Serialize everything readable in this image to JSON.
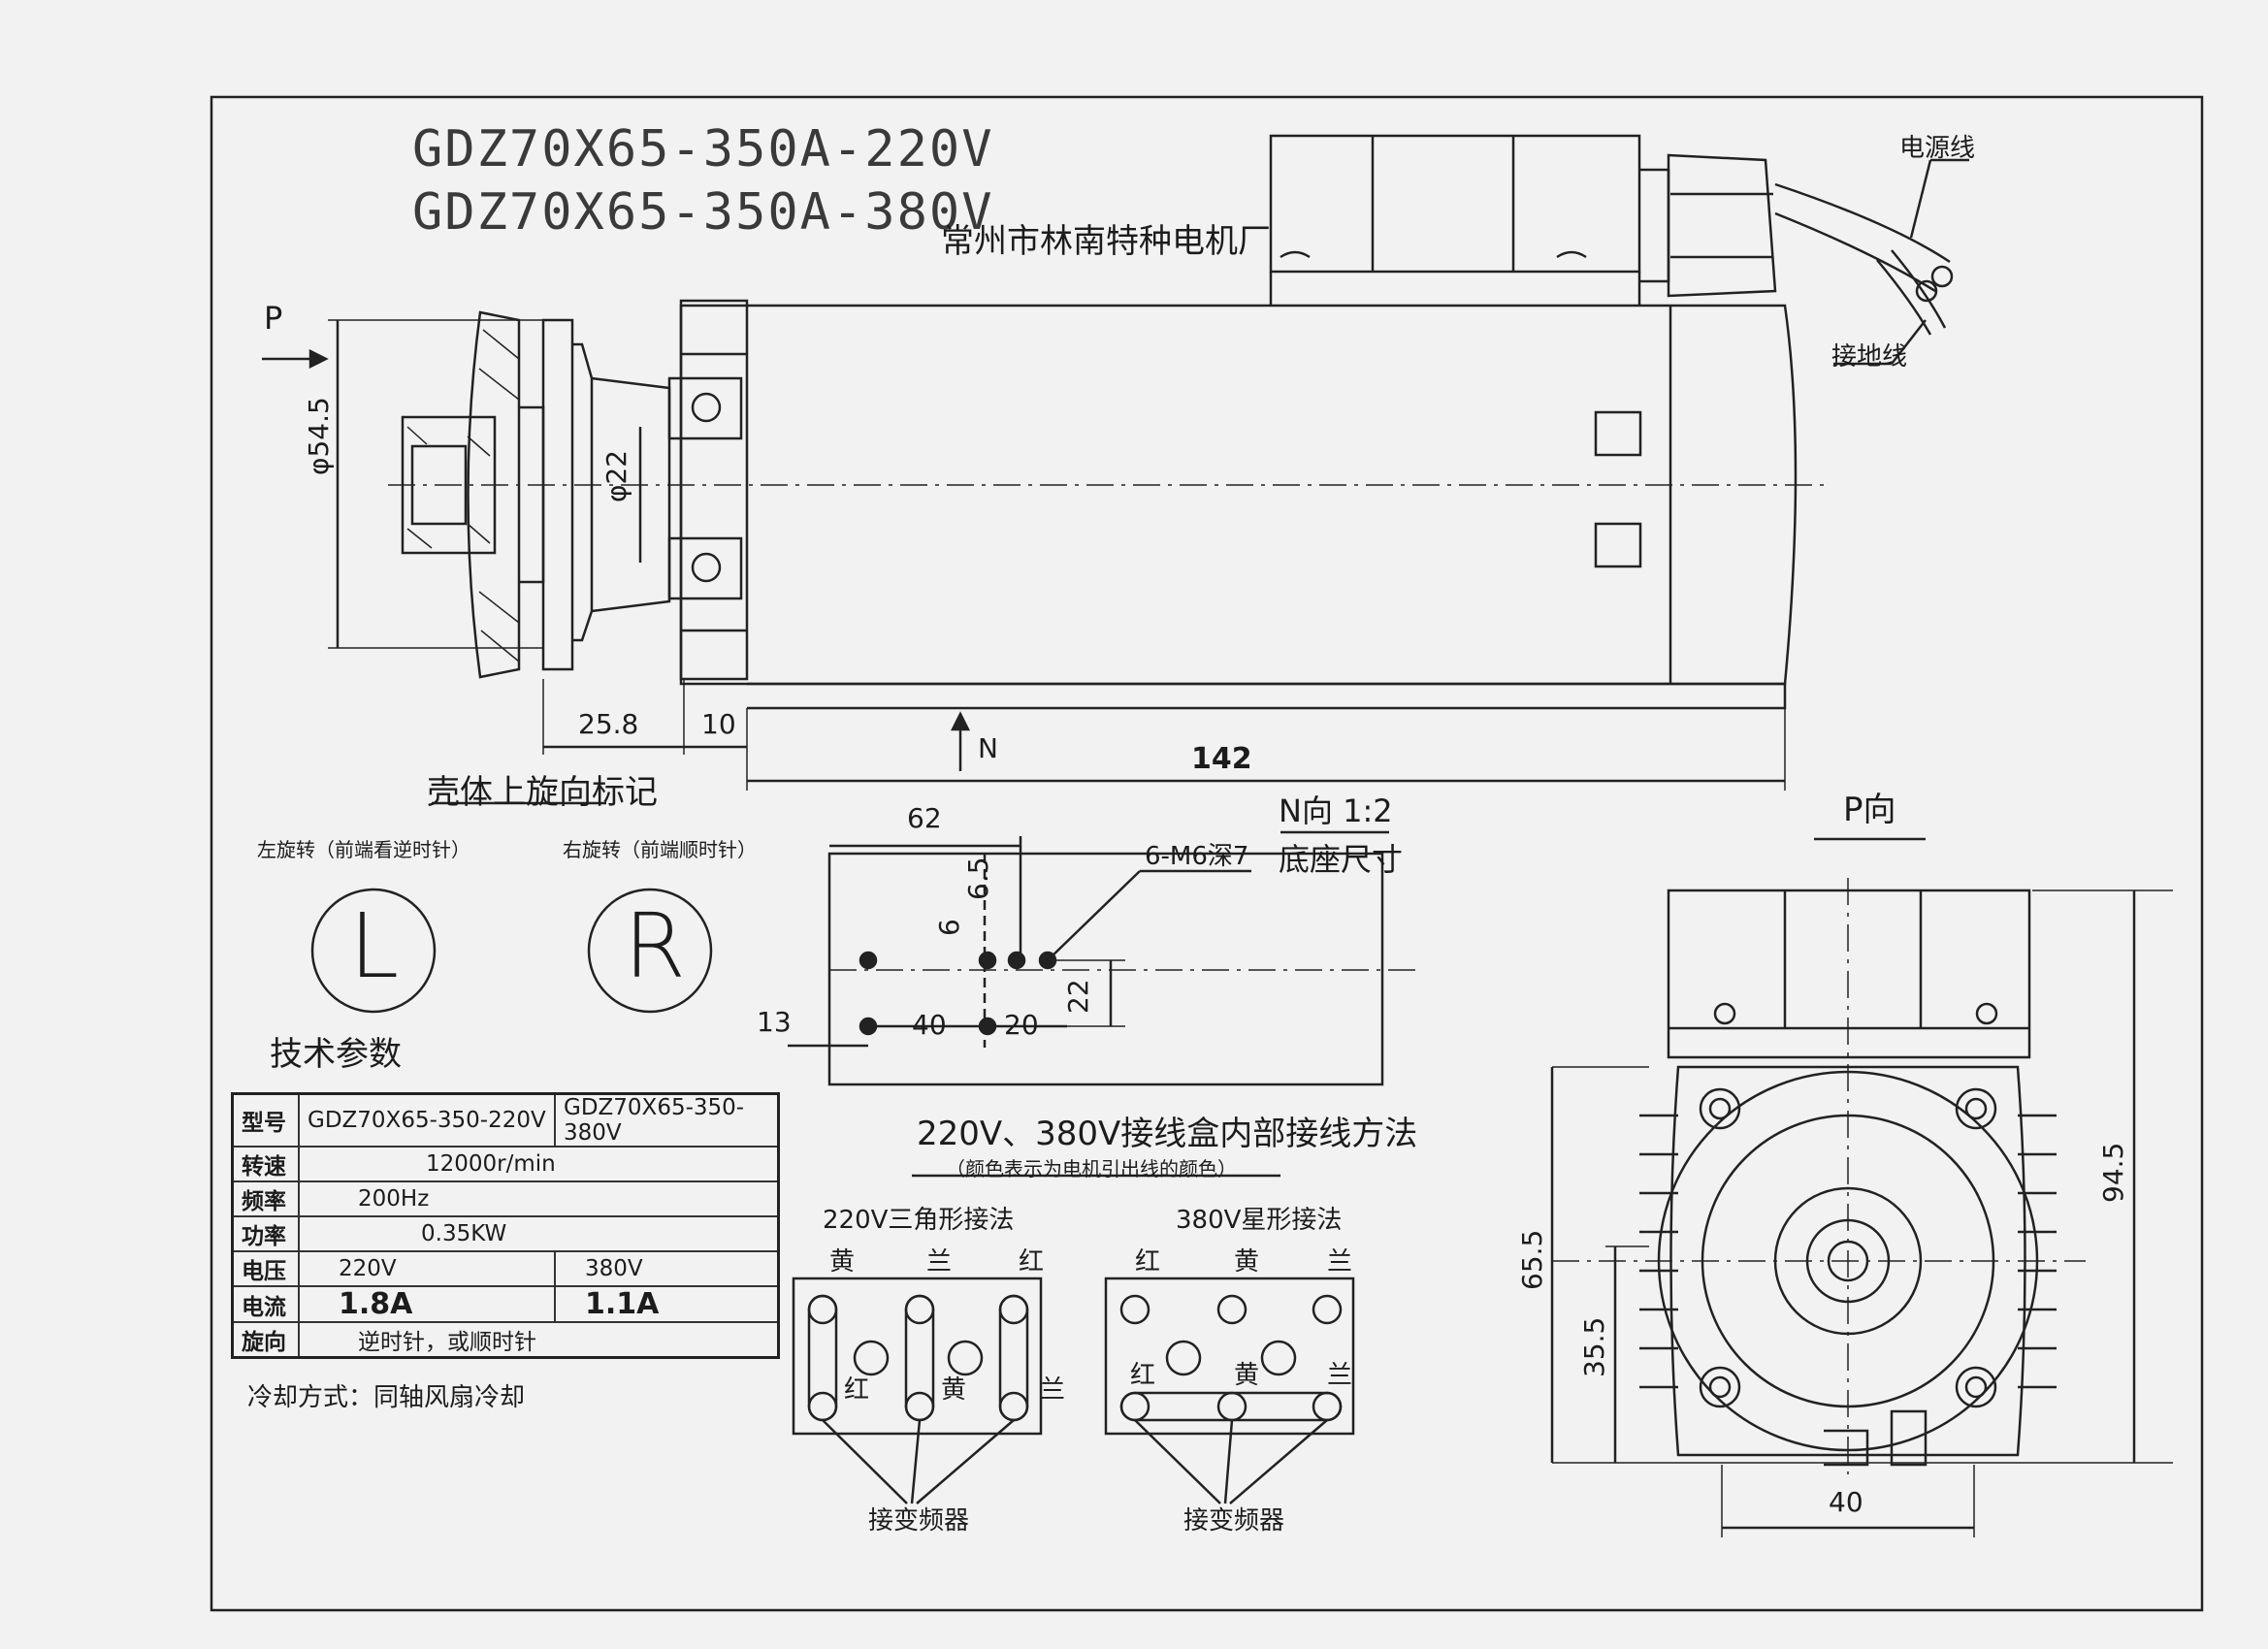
{
  "titles": {
    "model_220": "GDZ70X65-350A-220V",
    "model_380": "GDZ70X65-350A-380V",
    "manufacturer": "常州市林南特种电机厂"
  },
  "callouts": {
    "power_cable": "电源线",
    "ground_wire": "接地线",
    "view_p": "P",
    "view_n": "N",
    "view_p_title": "P向",
    "n_view_title": "N向 1:2",
    "n_view_subtitle": "底座尺寸",
    "bolt_spec": "6-M6深7"
  },
  "dimensions": {
    "d54": "φ54.5",
    "d22": "φ22",
    "l25": "25.8",
    "l10": "10",
    "l142": "142",
    "b62": "62",
    "b65": "6.5",
    "b6": "6",
    "b22": "22",
    "b13": "13",
    "b40": "40",
    "b20": "20",
    "p945": "94.5",
    "p655": "65.5",
    "p355": "35.5",
    "p40": "40"
  },
  "rotation": {
    "title": "壳体上旋向标记",
    "left_caption": "左旋转（前端看逆时针）",
    "right_caption": "右旋转（前端顺时针）",
    "left_letter": "L",
    "right_letter": "R"
  },
  "tech": {
    "title": "技术参数",
    "rows": [
      {
        "key": "型号",
        "v1": "GDZ70X65-350-220V",
        "v2": "GDZ70X65-350-380V"
      },
      {
        "key": "转速",
        "v": "12000r/min"
      },
      {
        "key": "频率",
        "v": "200Hz"
      },
      {
        "key": "功率",
        "v": "0.35KW"
      },
      {
        "key": "电压",
        "v1": "220V",
        "v2": "380V"
      },
      {
        "key": "电流",
        "v1": "1.8A",
        "v2": "1.1A"
      },
      {
        "key": "旋向",
        "v": "逆时针，或顺时针"
      }
    ],
    "cooling": "冷却方式：同轴风扇冷却"
  },
  "wiring": {
    "title": "220V、380V接线盒内部接线方法",
    "note": "（颜色表示为电机引出线的颜色）",
    "delta_title": "220V三角形接法",
    "star_title": "380V星形接法",
    "delta_top": [
      "黄",
      "兰",
      "红"
    ],
    "delta_bottom": [
      "红",
      "黄",
      "兰"
    ],
    "star_top": [
      "红",
      "黄",
      "兰"
    ],
    "star_bottom": [
      "红",
      "黄",
      "兰"
    ],
    "inverter": "接变频器"
  },
  "colors": {
    "ink": "#1c1c1c",
    "paper": "#f2f2f2"
  }
}
